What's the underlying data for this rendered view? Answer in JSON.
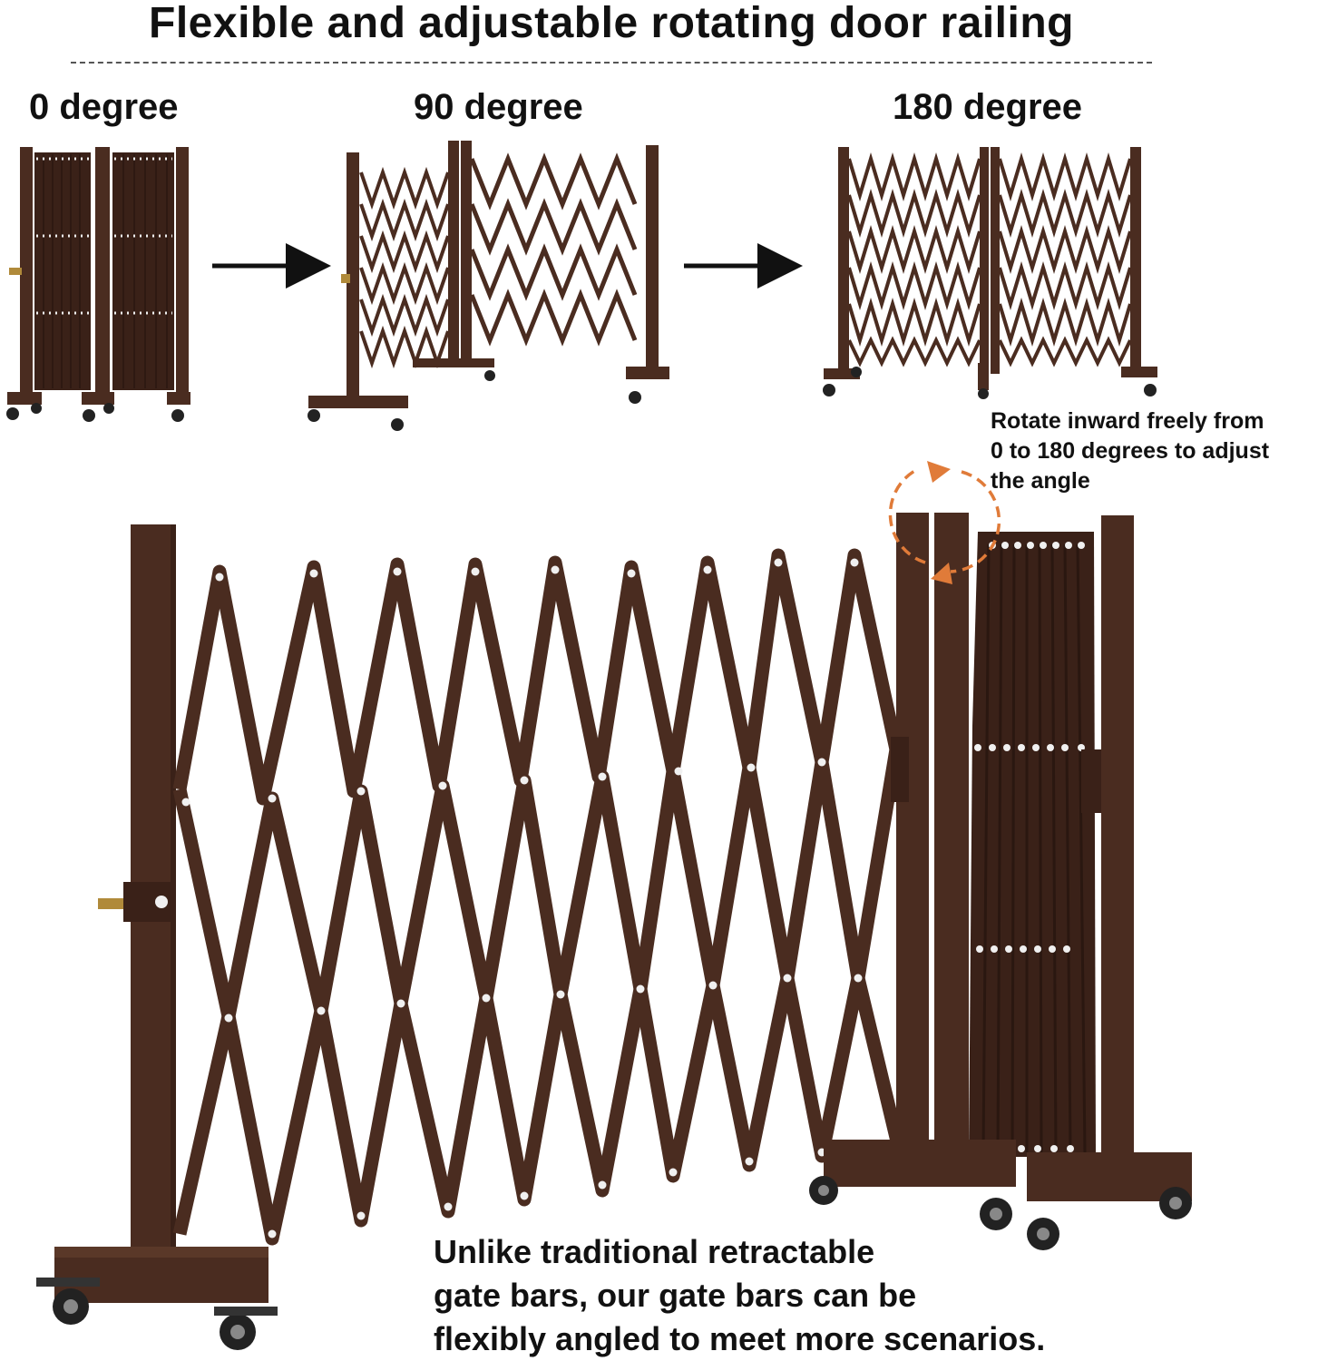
{
  "title": "Flexible and adjustable rotating door railing",
  "stages": [
    {
      "label": "0 degree"
    },
    {
      "label": "90 degree"
    },
    {
      "label": "180 degree"
    }
  ],
  "rotate_note": [
    "Rotate inward freely from",
    "0 to 180 degrees to adjust",
    "the angle"
  ],
  "caption": [
    "Unlike traditional retractable",
    "gate bars, our gate bars can be",
    "flexibly angled to meet more scenarios."
  ],
  "colors": {
    "frame": "#4a2c20",
    "frame_dark": "#3a2118",
    "rivet": "#f0f0f0",
    "arrow": "#111111",
    "rotate_arrow": "#e07b39"
  },
  "icons": [
    "arrow-right-icon",
    "rotate-arrows-icon"
  ]
}
